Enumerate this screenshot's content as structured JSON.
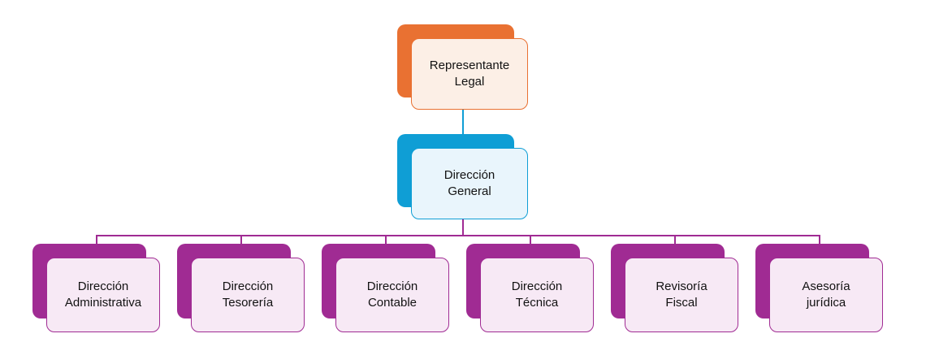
{
  "diagram": {
    "type": "org-chart",
    "nodes": {
      "root": {
        "label": "Representante Legal"
      },
      "manager": {
        "label": "Dirección General"
      }
    },
    "children": [
      {
        "label": "Dirección Administrativa"
      },
      {
        "label": "Dirección Tesorería"
      },
      {
        "label": "Dirección Contable"
      },
      {
        "label": "Dirección Técnica"
      },
      {
        "label": "Revisoría Fiscal"
      },
      {
        "label": "Asesoría jurídica"
      }
    ],
    "colors": {
      "orange_accent": "#E97132",
      "orange_tint": "#FCEFE6",
      "blue_accent": "#0F9ED5",
      "blue_tint": "#E9F5FC",
      "purple_accent": "#A02B93",
      "purple_tint": "#F7E9F5",
      "text": "#121212",
      "background": "#FFFFFF"
    }
  }
}
